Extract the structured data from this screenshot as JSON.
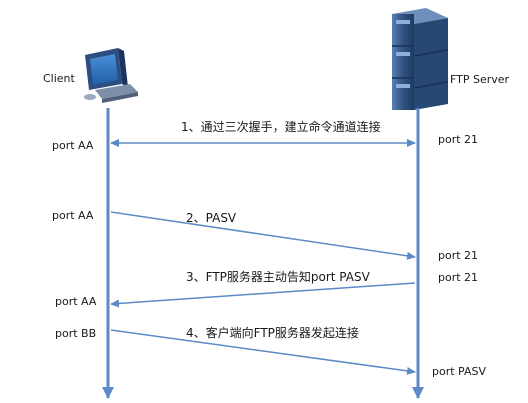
{
  "participants": {
    "client": "Client",
    "server": "FTP Server"
  },
  "messages": [
    "1、通过三次握手，建立命令通道连接",
    "2、PASV",
    "3、FTP服务器主动告知port PASV",
    "4、客户端向FTP服务器发起连接"
  ],
  "client_ports": [
    "port AA",
    "port AA",
    "port AA",
    "port BB"
  ],
  "server_ports": [
    "port 21",
    "port 21",
    "port 21",
    "port PASV"
  ],
  "colors": {
    "arrow": "#5b8ac6",
    "lifeline": "#5b8ac6",
    "server_body": "#3b5f8f",
    "monitor_body": "#2c4e80",
    "screen": "#3a7ac2"
  }
}
